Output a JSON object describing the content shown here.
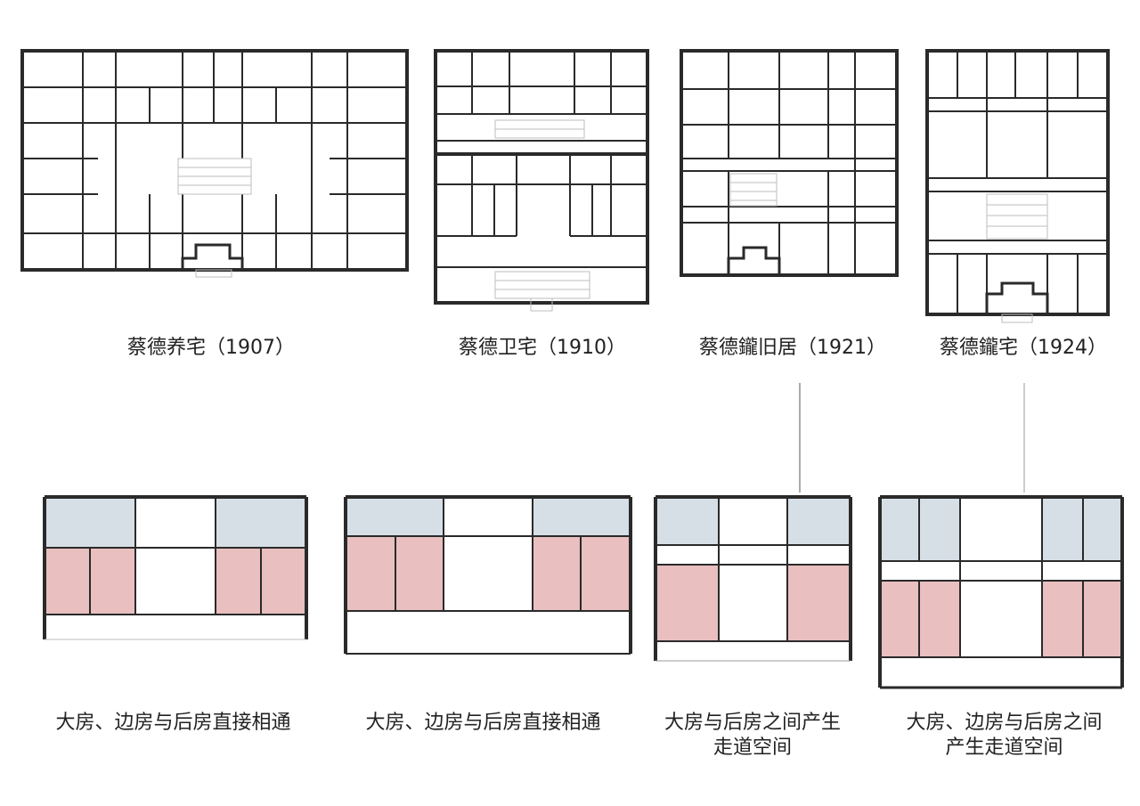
{
  "houses": [
    {
      "id": "h1907",
      "caption": "蔡德养宅（1907）"
    },
    {
      "id": "h1910",
      "caption": "蔡德卫宅（1910）"
    },
    {
      "id": "h1921",
      "caption": "蔡德鑨旧居（1921）"
    },
    {
      "id": "h1924",
      "caption": "蔡德鑨宅（1924）"
    }
  ],
  "diagrams": [
    {
      "id": "d1",
      "lines": [
        "大房、边房与后房直接相通"
      ]
    },
    {
      "id": "d2",
      "lines": [
        "大房、边房与后房直接相通"
      ]
    },
    {
      "id": "d3",
      "lines": [
        "大房与后房之间产生",
        "走道空间"
      ]
    },
    {
      "id": "d4",
      "lines": [
        "大房、边房与后房之间",
        "产生走道空间"
      ]
    }
  ],
  "colors": {
    "wall": "#2a2a2a",
    "line": "#555555",
    "blue_room": "#d6dfe6",
    "red_room": "#e9bfbf",
    "stair": "#bdbdbd"
  }
}
